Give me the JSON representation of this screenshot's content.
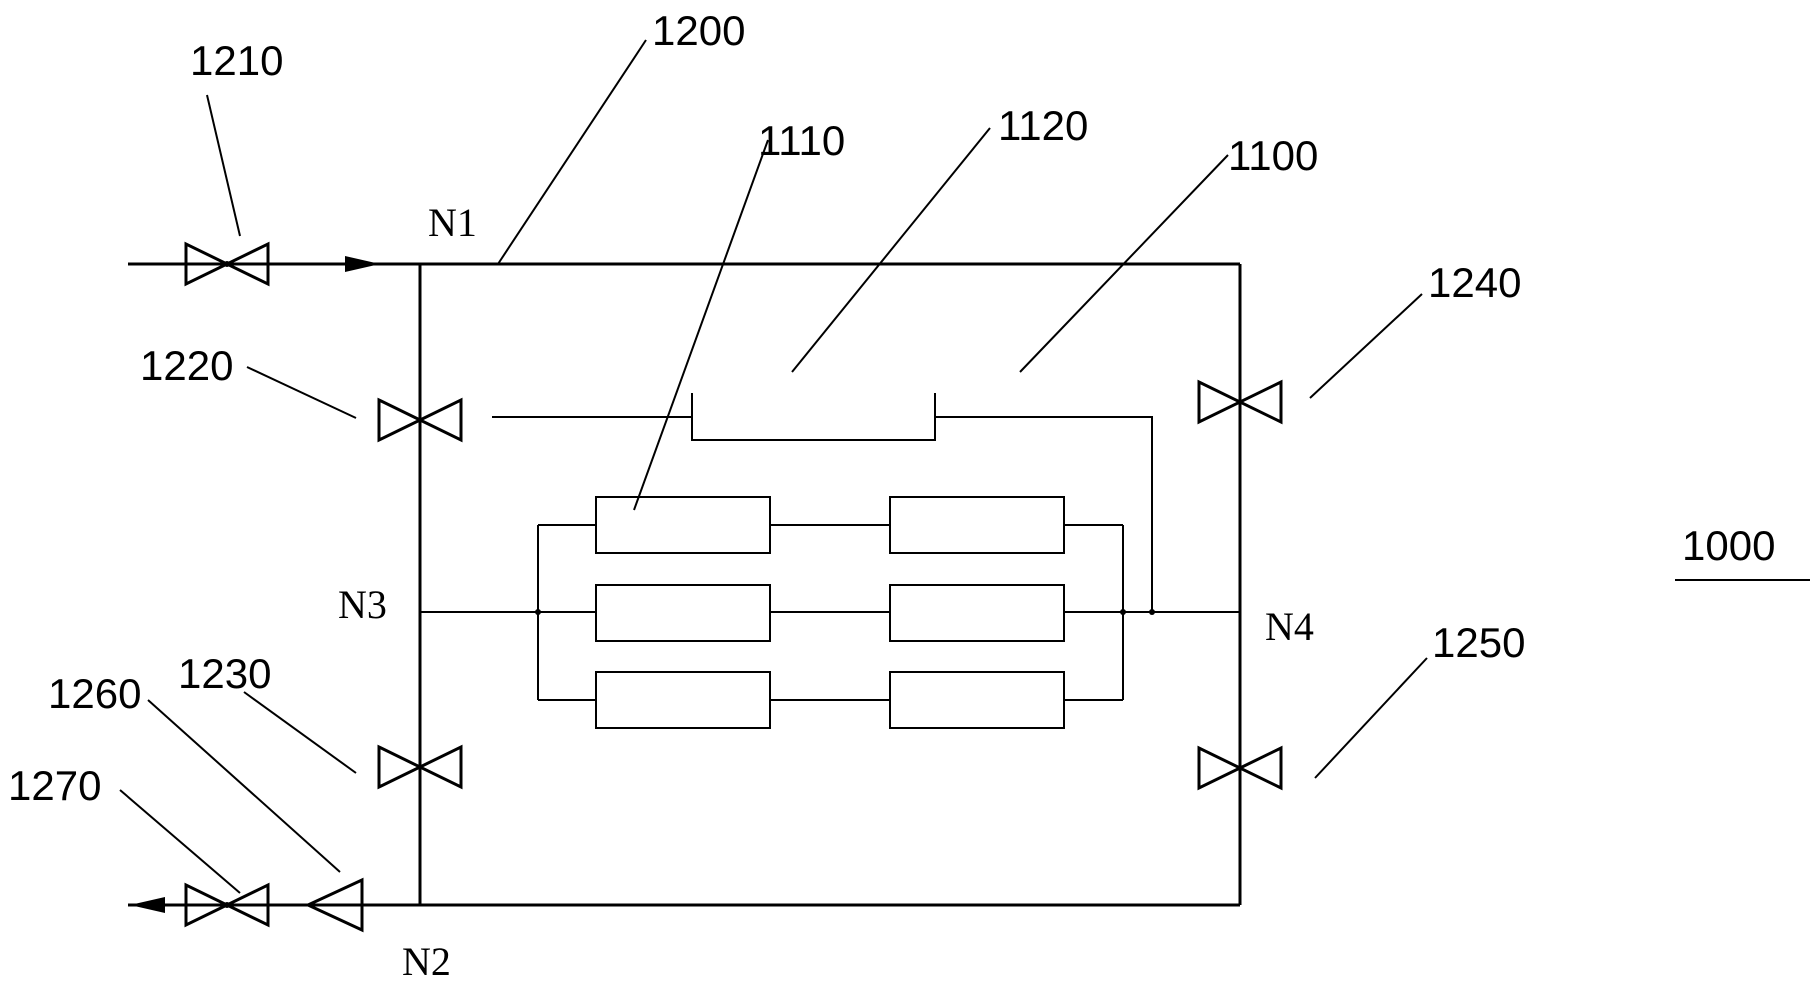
{
  "figure_label": "1000",
  "reference_numerals": {
    "housing": "1100",
    "battery_cell": "1110",
    "heat_exchange_plate": "1120",
    "pipeline": "1200",
    "valve_inlet": "1210",
    "valve_n3_upper": "1220",
    "valve_n3_lower": "1230",
    "valve_n4_upper": "1240",
    "valve_n4_lower": "1250",
    "check_valve": "1260",
    "valve_outlet": "1270"
  },
  "nodes": {
    "n1": "N1",
    "n2": "N2",
    "n3": "N3",
    "n4": "N4"
  },
  "colors": {
    "line": "#000000",
    "background": "#ffffff"
  }
}
